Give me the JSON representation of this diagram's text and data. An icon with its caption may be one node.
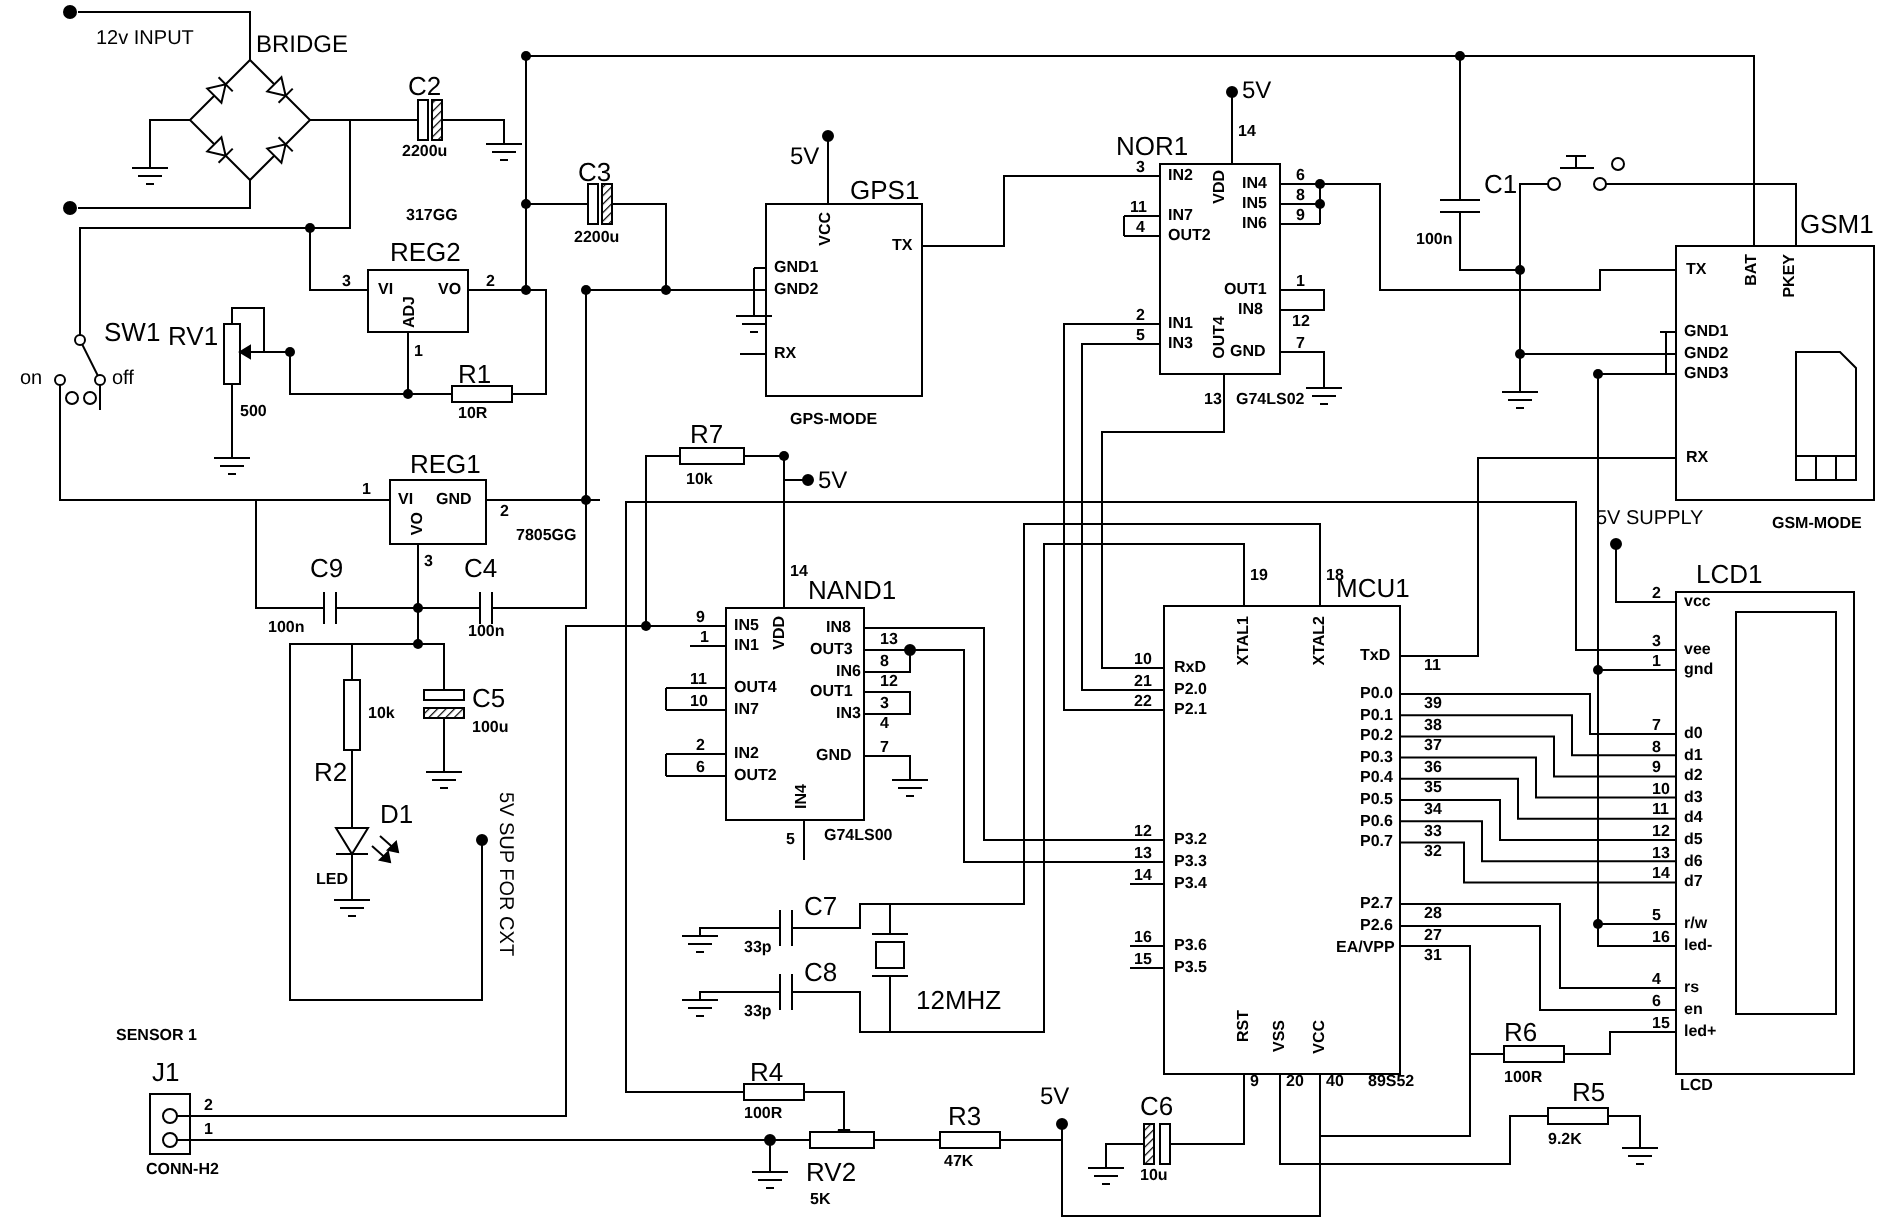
{
  "diagram": {
    "nodes": [
      {
        "text": [
          "BRIDGE"
        ]
      },
      {
        "text": [
          "C2",
          "2200u"
        ]
      },
      {
        "text": [
          "REG2",
          "VI",
          "ADJ",
          "VO",
          "3",
          "2",
          "1"
        ]
      },
      {
        "text": [
          "C3",
          "2200u"
        ]
      },
      {
        "text": [
          "on",
          "SW1",
          "off"
        ]
      },
      {
        "text": [
          "RV1",
          "500"
        ]
      },
      {
        "text": [
          "R1",
          "10R"
        ]
      },
      {
        "text": [
          "REG1",
          "VI",
          "GND",
          "VO",
          "7805GG",
          "1",
          "2",
          "3"
        ]
      },
      {
        "text": [
          "C9",
          "100n"
        ]
      },
      {
        "text": [
          "C4",
          "100n"
        ]
      },
      {
        "text": [
          "R2",
          "10k"
        ]
      },
      {
        "text": [
          "C5",
          "100u"
        ]
      },
      {
        "text": [
          "D1",
          "LED"
        ]
      },
      {
        "text": [
          "GPS1",
          "VCC",
          "TX",
          "GND1",
          "GND2",
          "RX",
          "GPS-MODE"
        ]
      },
      {
        "text": [
          "NOR1",
          "IN2",
          "VDD",
          "IN4",
          "IN5",
          "IN6",
          "IN7",
          "OUT2",
          "OUT1",
          "IN8",
          "IN1",
          "IN3",
          "OUT4",
          "GND",
          "G74LS02",
          "14",
          "3",
          "11",
          "4",
          "2",
          "5",
          "13",
          "6",
          "8",
          "9",
          "1",
          "12",
          "7"
        ]
      },
      {
        "text": [
          "C1",
          "100n"
        ]
      },
      {
        "text": [],
        "shape": "switch"
      },
      {
        "text": [
          "GSM1",
          "TX",
          "BAT",
          "PKEY",
          "GND1",
          "GND2",
          "GND3",
          "RX",
          "GSM-MODE"
        ]
      },
      {
        "text": [
          "R7",
          "10k"
        ]
      },
      {
        "text": [
          "NAND1",
          "IN5",
          "VDD",
          "IN8",
          "IN1",
          "OUT3",
          "IN6",
          "OUT4",
          "OUT1",
          "IN7",
          "IN3",
          "IN2",
          "GND",
          "OUT2",
          "IN4",
          "G74LS00",
          "14",
          "9",
          "1",
          "11",
          "10",
          "2",
          "6",
          "13",
          "8",
          "12",
          "3",
          "4",
          "7",
          "5"
        ]
      },
      {
        "text": [
          "MCU1",
          "XTAL1",
          "XTAL2",
          "TxD",
          "RxD",
          "P2.0",
          "P2.1",
          "P0.0",
          "P0.1",
          "P0.2",
          "P0.3",
          "P0.4",
          "P0.5",
          "P0.6",
          "P0.7",
          "P3.2",
          "P3.3",
          "P3.4",
          "P3.6",
          "P3.5",
          "P2.7",
          "P2.6",
          "EA/VPP",
          "RST",
          "VSS",
          "VCC",
          "89S52",
          "19",
          "18",
          "11",
          "10",
          "21",
          "22",
          "39",
          "38",
          "37",
          "36",
          "35",
          "34",
          "33",
          "32",
          "12",
          "13",
          "14",
          "16",
          "15",
          "28",
          "27",
          "31",
          "9",
          "20",
          "40"
        ]
      },
      {
        "text": [
          "C7",
          "33p"
        ]
      },
      {
        "text": [
          "C8",
          "33p"
        ]
      },
      {
        "text": [
          "12MHZ"
        ]
      },
      {
        "text": [
          "LCD1",
          "vcc",
          "vee",
          "gnd",
          "d0",
          "d1",
          "d2",
          "d3",
          "d4",
          "d5",
          "d6",
          "d7",
          "r/w",
          "led-",
          "rs",
          "en",
          "led+",
          "LCD",
          "2",
          "3",
          "1",
          "7",
          "8",
          "9",
          "10",
          "11",
          "12",
          "13",
          "14",
          "5",
          "16",
          "4",
          "6",
          "15"
        ]
      },
      {
        "text": [
          "SENSOR 1",
          "J1",
          "2",
          "1",
          "CONN-H2"
        ]
      },
      {
        "text": [
          "R4",
          "100R"
        ]
      },
      {
        "text": [
          "RV2",
          "5K"
        ]
      },
      {
        "text": [
          "R3",
          "47K"
        ]
      },
      {
        "text": [
          "C6",
          "10u"
        ]
      },
      {
        "text": [
          "R6",
          "100R"
        ]
      },
      {
        "text": [
          "R5",
          "9.2K"
        ]
      },
      {
        "text": [
          "5V SUP FOR CXT"
        ]
      },
      {
        "text": [
          "5V"
        ]
      },
      {
        "text": [
          "5V"
        ]
      },
      {
        "text": [
          "5V"
        ]
      },
      {
        "text": [
          "5V SUPPLY"
        ]
      },
      {
        "text": [
          "5V"
        ]
      },
      {
        "text": [],
        "shape": "circle"
      },
      {
        "text": [],
        "shape": "circle"
      },
      {
        "text": [],
        "shape": "ground"
      }
    ],
    "edges": [
      {
        "from": 38,
        "to": 0,
        "arrow": "none"
      },
      {
        "from": 39,
        "to": 0,
        "arrow": "none"
      },
      {
        "from": 0,
        "to": 1,
        "arrow": "none"
      },
      {
        "from": 0,
        "to": 2,
        "arrow": "none"
      },
      {
        "from": 0,
        "to": 4,
        "arrow": "none"
      },
      {
        "from": 2,
        "to": 3,
        "arrow": "none"
      },
      {
        "from": 2,
        "to": 17,
        "arrow": "none"
      },
      {
        "from": 2,
        "to": 15,
        "arrow": "none"
      },
      {
        "from": 2,
        "to": 6,
        "arrow": "none"
      },
      {
        "from": 2,
        "to": 6,
        "arrow": "none"
      },
      {
        "from": 5,
        "to": 6,
        "arrow": "none"
      },
      {
        "from": 3,
        "to": 13,
        "arrow": "none"
      },
      {
        "from": 4,
        "to": 7,
        "arrow": "none"
      },
      {
        "from": 7,
        "to": 8,
        "arrow": "none"
      },
      {
        "from": 8,
        "to": 7,
        "arrow": "none"
      },
      {
        "from": 7,
        "to": 9,
        "arrow": "none"
      },
      {
        "from": 9,
        "to": 7,
        "arrow": "none"
      },
      {
        "from": 7,
        "to": 13,
        "arrow": "none"
      },
      {
        "from": 7,
        "to": 10,
        "arrow": "none"
      },
      {
        "from": 7,
        "to": 11,
        "arrow": "none"
      },
      {
        "from": 10,
        "to": 12,
        "arrow": "none"
      },
      {
        "from": 7,
        "to": 32,
        "arrow": "none"
      },
      {
        "from": 33,
        "to": 13,
        "arrow": "none"
      },
      {
        "from": 13,
        "to": 14,
        "arrow": "none"
      },
      {
        "from": 14,
        "to": 20,
        "arrow": "none"
      },
      {
        "from": 14,
        "to": 20,
        "arrow": "none"
      },
      {
        "from": 14,
        "to": 20,
        "arrow": "none"
      },
      {
        "from": 14,
        "to": 17,
        "arrow": "none"
      },
      {
        "from": 34,
        "to": 14,
        "arrow": "none"
      },
      {
        "from": 15,
        "to": 17,
        "arrow": "none"
      },
      {
        "from": 16,
        "to": 17,
        "arrow": "none"
      },
      {
        "from": 16,
        "to": 15,
        "arrow": "none"
      },
      {
        "from": 17,
        "to": 24,
        "arrow": "none"
      },
      {
        "from": 17,
        "to": 24,
        "arrow": "none"
      },
      {
        "from": 17,
        "to": 24,
        "arrow": "none"
      },
      {
        "from": 17,
        "to": 20,
        "arrow": "none"
      },
      {
        "from": 26,
        "to": 24,
        "arrow": "none"
      },
      {
        "from": 36,
        "to": 24,
        "arrow": "none"
      },
      {
        "from": 20,
        "to": 24,
        "arrow": "none"
      },
      {
        "from": 20,
        "to": 24,
        "arrow": "none"
      },
      {
        "from": 20,
        "to": 24,
        "arrow": "none"
      },
      {
        "from": 20,
        "to": 24,
        "arrow": "none"
      },
      {
        "from": 20,
        "to": 24,
        "arrow": "none"
      },
      {
        "from": 20,
        "to": 24,
        "arrow": "none"
      },
      {
        "from": 20,
        "to": 24,
        "arrow": "none"
      },
      {
        "from": 20,
        "to": 24,
        "arrow": "none"
      },
      {
        "from": 20,
        "to": 24,
        "arrow": "none"
      },
      {
        "from": 20,
        "to": 24,
        "arrow": "none"
      },
      {
        "from": 20,
        "to": 30,
        "arrow": "none"
      },
      {
        "from": 20,
        "to": 30,
        "arrow": "none"
      },
      {
        "from": 30,
        "to": 24,
        "arrow": "none"
      },
      {
        "from": 20,
        "to": 31,
        "arrow": "none"
      },
      {
        "from": 25,
        "to": 19,
        "arrow": "none"
      },
      {
        "from": 18,
        "to": 19,
        "arrow": "none"
      },
      {
        "from": 18,
        "to": 35,
        "arrow": "none"
      },
      {
        "from": 35,
        "to": 19,
        "arrow": "none"
      },
      {
        "from": 25,
        "to": 27,
        "arrow": "none"
      },
      {
        "from": 26,
        "to": 27,
        "arrow": "none"
      },
      {
        "from": 27,
        "to": 28,
        "arrow": "none"
      },
      {
        "from": 28,
        "to": 37,
        "arrow": "none"
      },
      {
        "from": 37,
        "to": 20,
        "arrow": "none"
      },
      {
        "from": 29,
        "to": 20,
        "arrow": "none"
      },
      {
        "from": 19,
        "to": 20,
        "arrow": "none"
      },
      {
        "from": 19,
        "to": 20,
        "arrow": "none"
      },
      {
        "from": 21,
        "to": 23,
        "arrow": "none"
      },
      {
        "from": 22,
        "to": 23,
        "arrow": "none"
      },
      {
        "from": 23,
        "to": 20,
        "arrow": "none"
      },
      {
        "from": 23,
        "to": 20,
        "arrow": "none"
      },
      {
        "from": 40,
        "to": 15,
        "arrow": "none"
      }
    ],
    "labels": [
      "12v INPUT",
      "317GG"
    ]
  }
}
